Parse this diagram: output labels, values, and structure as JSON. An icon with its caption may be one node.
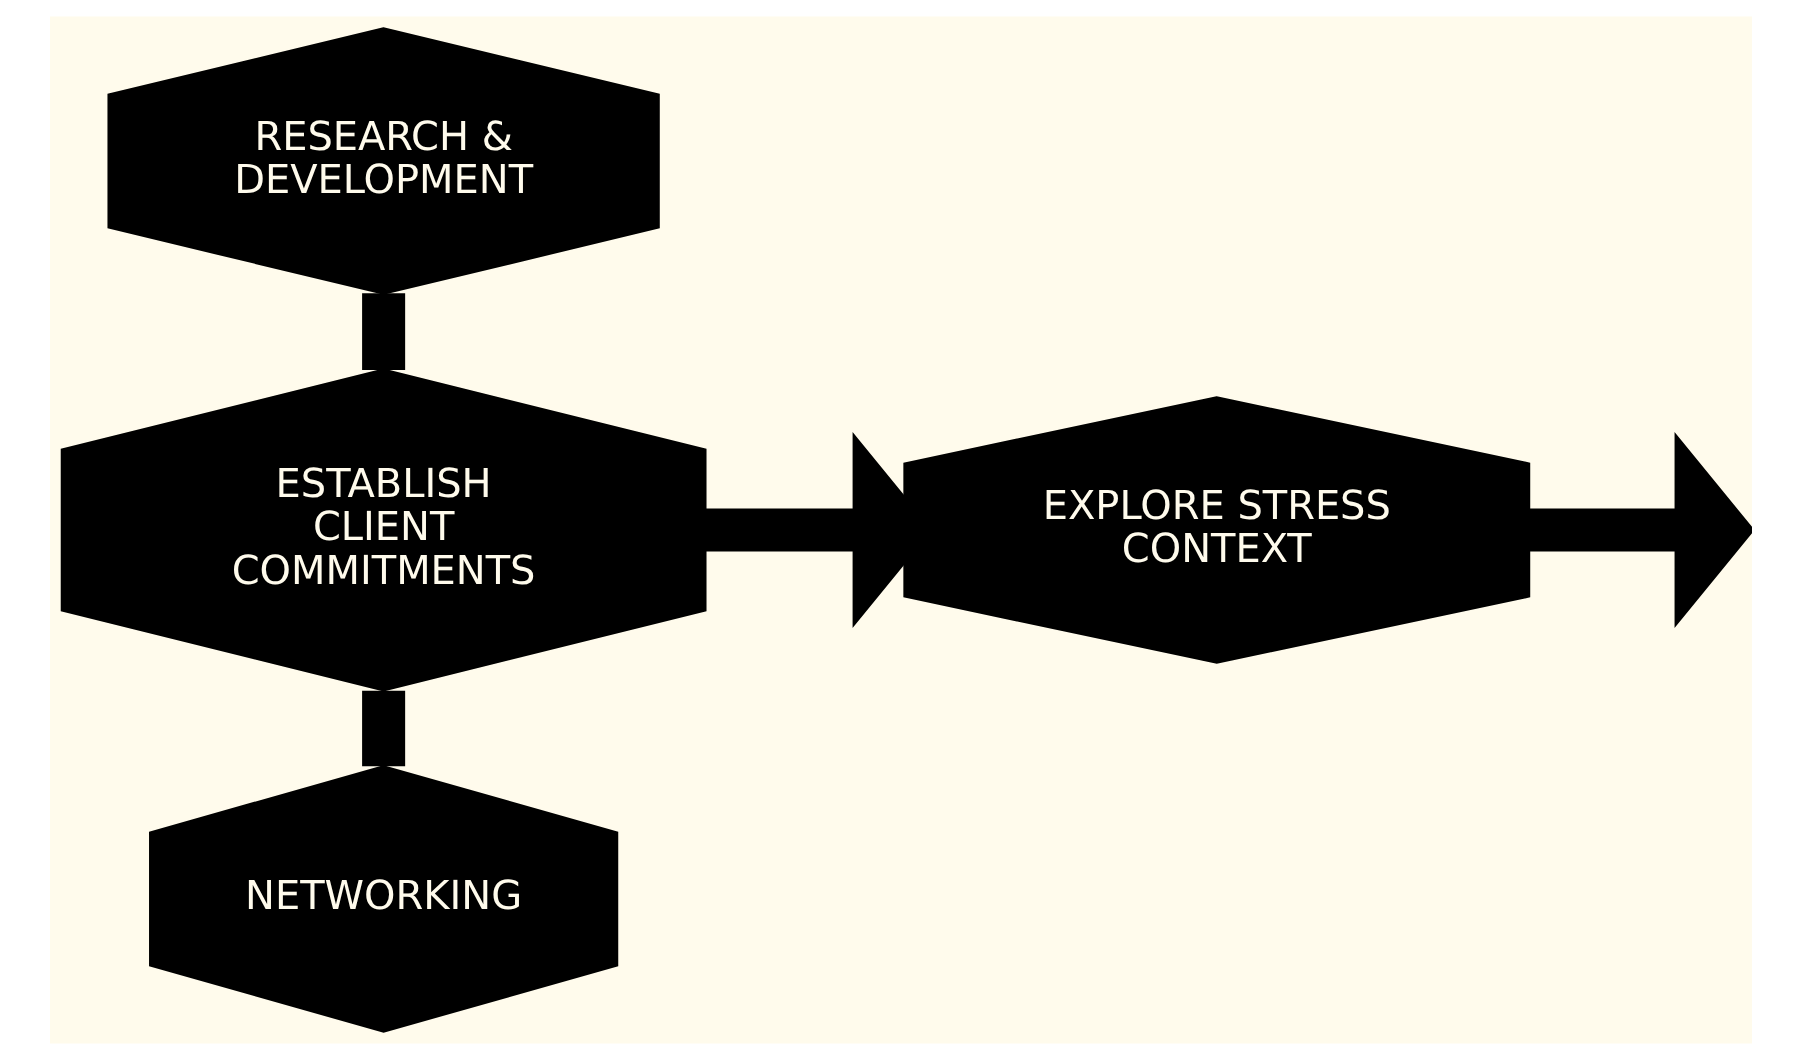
{
  "diagram": {
    "nodes": [
      {
        "text": [
          "RESEARCH & DEVELOPMENT"
        ]
      },
      {
        "text": [
          "ESTABLISH CLIENT COMMITMENTS"
        ]
      },
      {
        "text": [
          "NETWORKING"
        ]
      },
      {
        "text": [
          "EXPLORE STRESS CONTEXT"
        ]
      }
    ],
    "edges": [
      {
        "from": 0,
        "to": 1,
        "arrow": "none"
      },
      {
        "from": 1,
        "to": 2,
        "arrow": "none"
      },
      {
        "from": 1,
        "to": 3,
        "arrow": "to"
      },
      {
        "from": 3,
        "to": null,
        "arrow": "to"
      }
    ]
  }
}
